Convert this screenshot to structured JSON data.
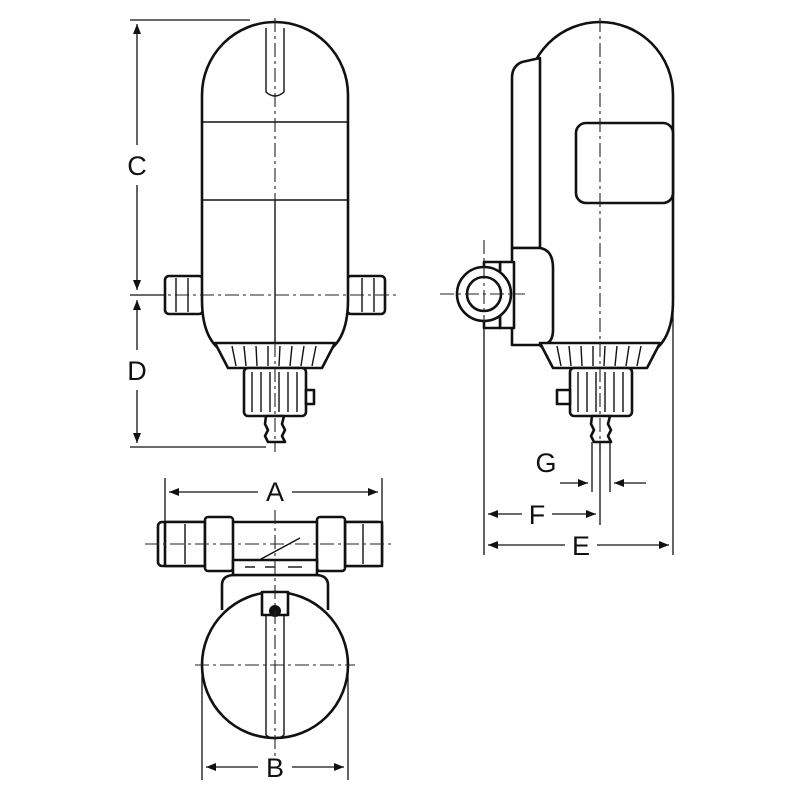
{
  "dimensions": {
    "A": "A",
    "B": "B",
    "C": "C",
    "D": "D",
    "E": "E",
    "F": "F",
    "G": "G"
  },
  "colors": {
    "line": "#111111",
    "background": "#ffffff"
  }
}
